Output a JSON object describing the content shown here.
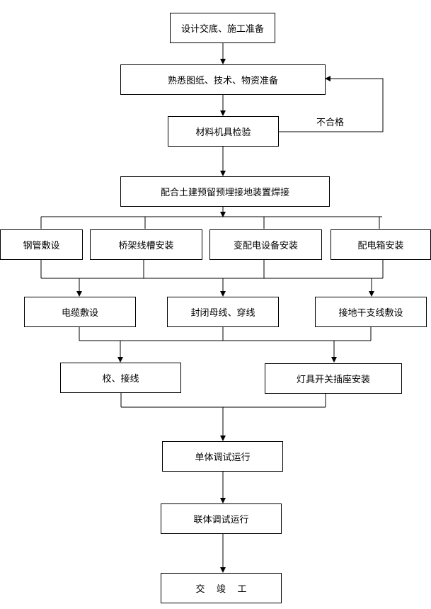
{
  "steps": {
    "design_handover": "设计交底、施工准备",
    "familiarize": "熟悉图纸、技术、物资准备",
    "material_check": "材料机具检验",
    "cooperate": "配合土建预留预埋接地装置焊接",
    "steel_pipe": "钢管敷设",
    "cable_tray": "桥架线槽安装",
    "transformer": "变配电设备安装",
    "distribution_box": "配电箱安装",
    "cable_laying": "电缆敷设",
    "busbar": "封闭母线、穿线",
    "ground_trunk": "接地干支线敷设",
    "calibrate_wiring": "校、接线",
    "lighting": "灯具开关插座安装",
    "unit_test": "单体调试运行",
    "joint_test": "联体调试运行",
    "completion": "交    竣    工"
  },
  "labels": {
    "unqualified": "不合格"
  }
}
